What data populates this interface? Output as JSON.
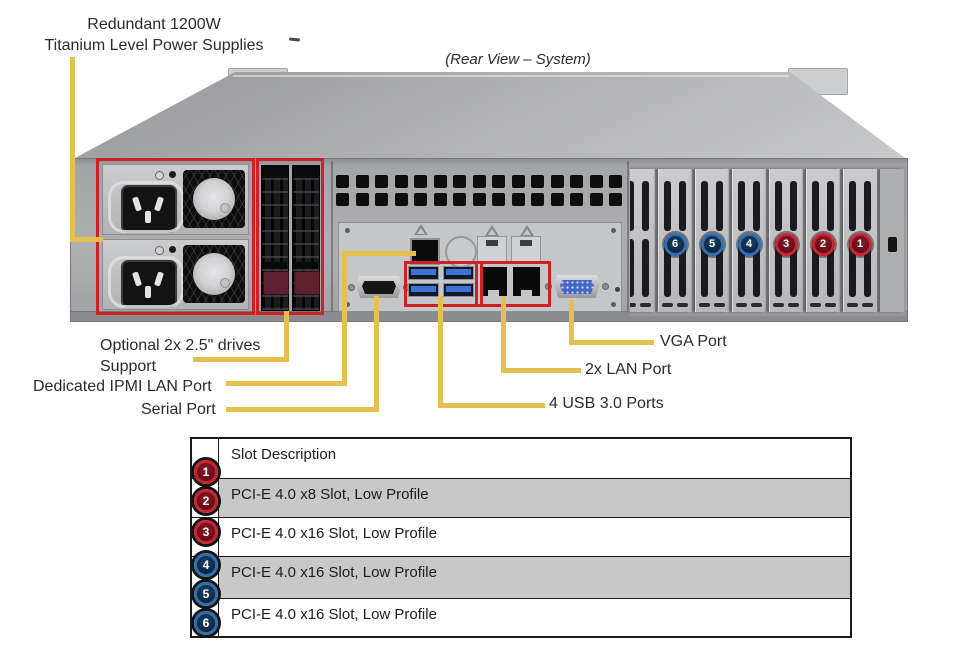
{
  "title": "(Rear View – System)",
  "annotations": {
    "psu_line1": "Redundant 1200W",
    "psu_line2": "Titanium Level Power Supplies",
    "drives_line1": "Optional 2x 2.5\" drives",
    "drives_line2": "Support",
    "ipmi": "Dedicated IPMI LAN Port",
    "serial": "Serial Port",
    "vga": "VGA Port",
    "lan": "2x LAN Port",
    "usb": "4 USB 3.0 Ports"
  },
  "colors": {
    "annotation_yellow": "#e6c04f",
    "highlight_red": "#ce2127",
    "badge_red_ring": "#cb242e",
    "badge_red_fill": "#5e0d1a",
    "badge_blue_ring": "#2f6fae",
    "badge_blue_fill": "#0d2440",
    "table_shaded_row": "#c8c8c8"
  },
  "chassis": {
    "slot_badges": [
      {
        "number": "6",
        "color": "blue"
      },
      {
        "number": "5",
        "color": "blue"
      },
      {
        "number": "4",
        "color": "blue"
      },
      {
        "number": "3",
        "color": "red"
      },
      {
        "number": "2",
        "color": "red"
      },
      {
        "number": "1",
        "color": "red"
      }
    ]
  },
  "table": {
    "header": "Slot Description",
    "rows": [
      {
        "text": "PCI-E 4.0 x8 Slot, Low Profile",
        "shaded": true
      },
      {
        "text": "PCI-E 4.0 x16 Slot, Low Profile",
        "shaded": false
      },
      {
        "text": "PCI-E 4.0 x16 Slot, Low Profile",
        "shaded": true
      },
      {
        "text": "PCI-E 4.0 x16 Slot, Low Profile",
        "shaded": false
      }
    ],
    "badges": [
      {
        "number": "1",
        "color": "red"
      },
      {
        "number": "2",
        "color": "red"
      },
      {
        "number": "3",
        "color": "red"
      },
      {
        "number": "4",
        "color": "blue"
      },
      {
        "number": "5",
        "color": "blue"
      },
      {
        "number": "6",
        "color": "blue"
      }
    ]
  }
}
